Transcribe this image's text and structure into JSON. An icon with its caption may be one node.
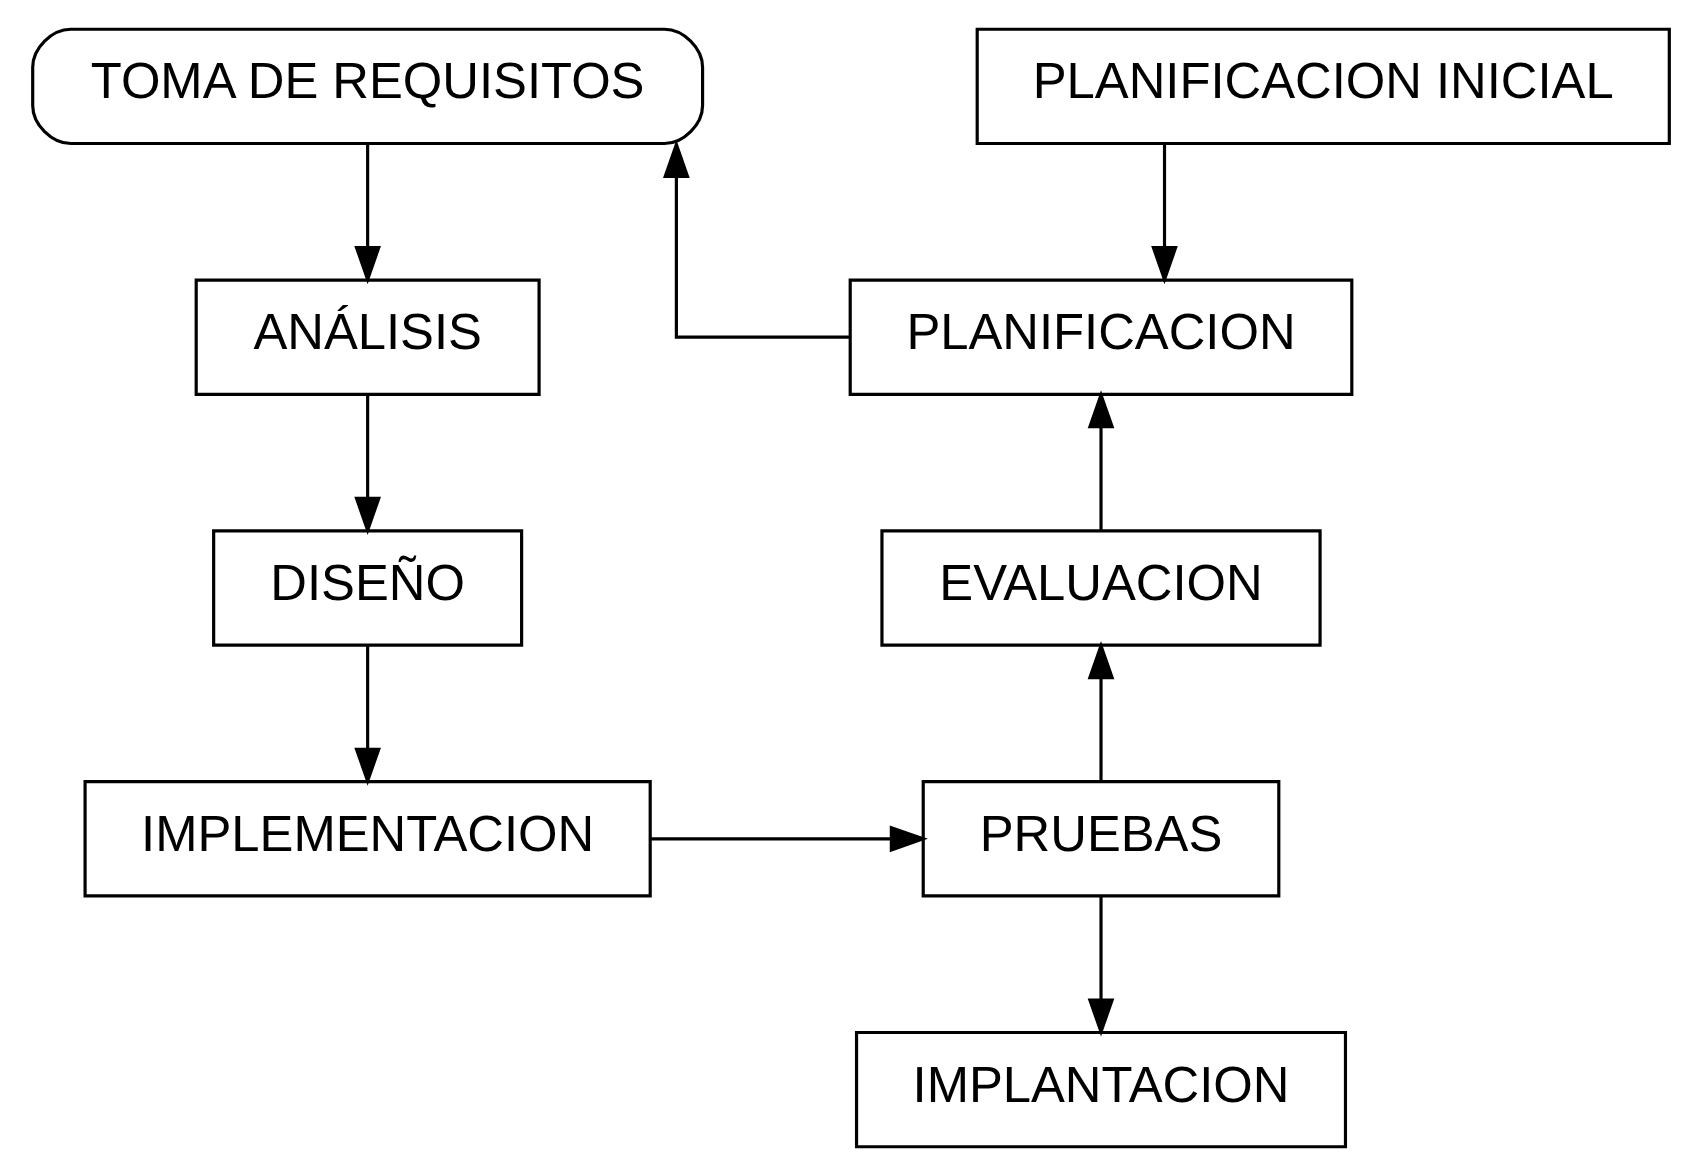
{
  "diagram": {
    "nodes": [
      {
        "text": [
          "PLANIFICACION INICIAL"
        ]
      },
      {
        "text": [
          "TOMA DE REQUISITOS"
        ]
      },
      {
        "text": [
          "PLANIFICACION"
        ]
      },
      {
        "text": [
          "ANÁLISIS"
        ]
      },
      {
        "text": [
          "EVALUACION"
        ]
      },
      {
        "text": [
          "DISEÑO"
        ]
      },
      {
        "text": [
          "PRUEBAS"
        ]
      },
      {
        "text": [
          "IMPLEMENTACION"
        ]
      },
      {
        "text": [
          "IMPLANTACION"
        ]
      }
    ],
    "edges": [
      {
        "from": 2,
        "to": 1,
        "arrow": "to"
      },
      {
        "from": 1,
        "to": 3,
        "arrow": "to"
      },
      {
        "from": 3,
        "to": 5,
        "arrow": "to"
      },
      {
        "from": 5,
        "to": 7,
        "arrow": "to"
      },
      {
        "from": 7,
        "to": 6,
        "arrow": "to"
      },
      {
        "from": 6,
        "to": 4,
        "arrow": "to"
      },
      {
        "from": 4,
        "to": 2,
        "arrow": "to"
      },
      {
        "from": 0,
        "to": 2,
        "arrow": "to"
      },
      {
        "from": 6,
        "to": 8,
        "arrow": "to"
      }
    ]
  }
}
